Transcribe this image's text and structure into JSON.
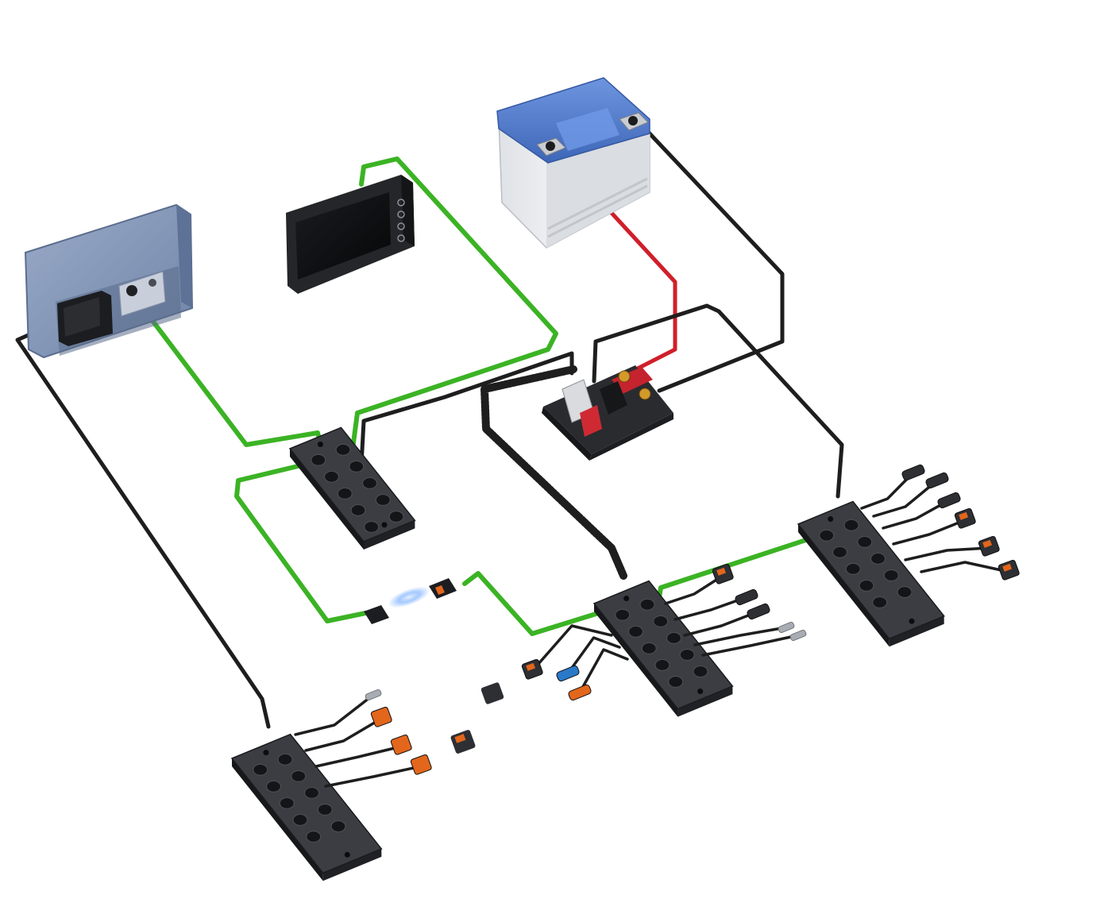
{
  "colors": {
    "background": "#ffffff",
    "data_cable": "#3bb324",
    "data_cable_dark": "#1f7a12",
    "power_positive": "#d01f2a",
    "ground_cable": "#1e1e1e",
    "module_body": "#2e2f33",
    "module_top": "#3b3d42",
    "port": "#141518",
    "battery_lid": "#4f7bd0",
    "battery_case": "#e9ebee",
    "controller_frame": "#7f92b3",
    "display_frame": "#242629",
    "display_screen": "#0d0e10",
    "connector_orange": "#e2661b",
    "connector_blue": "#2a78c8",
    "connector_grey": "#a9adb3"
  },
  "components": {
    "controller": {
      "icon": "controller-unit-icon"
    },
    "display": {
      "icon": "display-panel-icon"
    },
    "battery": {
      "icon": "battery-icon"
    },
    "power_distribution": {
      "icon": "power-distribution-icon"
    },
    "io_modules": [
      {
        "id": "module-upper-left",
        "icon": "io-module-icon"
      },
      {
        "id": "module-center",
        "icon": "io-module-icon"
      },
      {
        "id": "module-right",
        "icon": "io-module-icon"
      },
      {
        "id": "module-lower-left",
        "icon": "io-module-icon"
      }
    ]
  }
}
